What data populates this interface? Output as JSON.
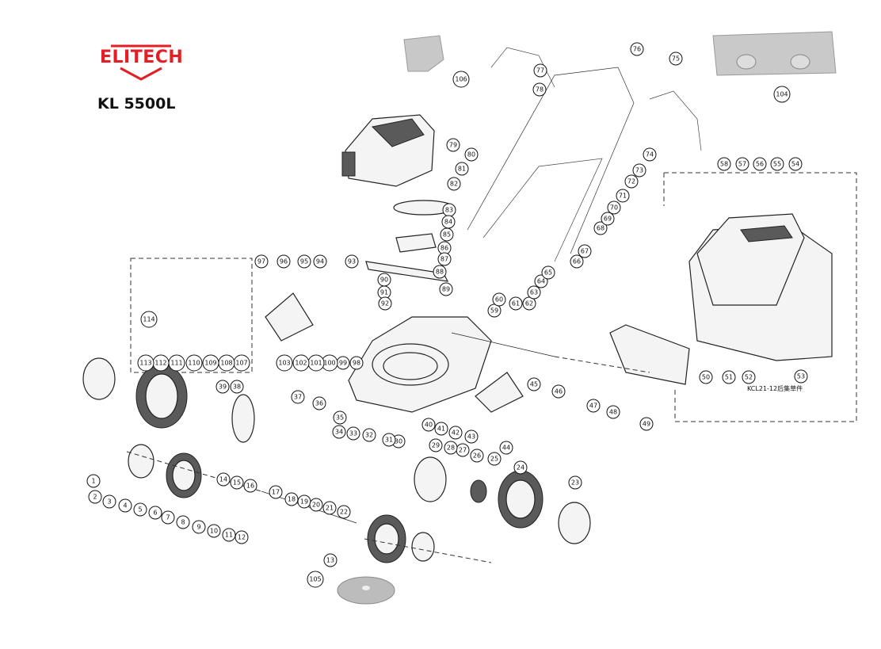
{
  "brand": {
    "logo_text": "ELITECH",
    "logo_color": "#e31e24"
  },
  "model": "KL 5500L",
  "assembly_note": "KCL21-12后集草件",
  "callouts": [
    "1",
    "2",
    "3",
    "4",
    "5",
    "6",
    "7",
    "8",
    "9",
    "10",
    "11",
    "12",
    "13",
    "14",
    "15",
    "16",
    "17",
    "18",
    "19",
    "20",
    "21",
    "22",
    "23",
    "24",
    "25",
    "26",
    "27",
    "28",
    "29",
    "30",
    "31",
    "32",
    "33",
    "34",
    "35",
    "36",
    "37",
    "38",
    "39",
    "40",
    "41",
    "42",
    "43",
    "44",
    "45",
    "46",
    "47",
    "48",
    "49",
    "50",
    "51",
    "52",
    "53",
    "54",
    "55",
    "56",
    "57",
    "58",
    "59",
    "60",
    "61",
    "62",
    "63",
    "64",
    "65",
    "66",
    "67",
    "68",
    "69",
    "70",
    "71",
    "72",
    "73",
    "74",
    "75",
    "76",
    "77",
    "78",
    "79",
    "80",
    "81",
    "82",
    "83",
    "84",
    "85",
    "86",
    "87",
    "88",
    "89",
    "90",
    "91",
    "92",
    "93",
    "94",
    "95",
    "96",
    "97",
    "98",
    "99",
    "100",
    "101",
    "102",
    "103",
    "104",
    "105",
    "106",
    "107",
    "108",
    "109",
    "110",
    "111",
    "112",
    "113",
    "114"
  ]
}
